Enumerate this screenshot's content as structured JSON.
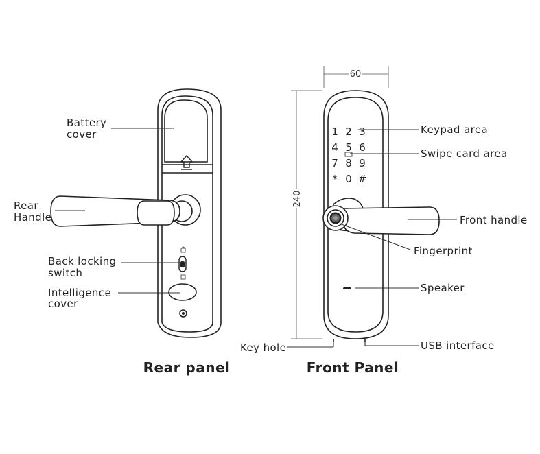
{
  "labels": {
    "battery_cover": [
      "Battery",
      "cover"
    ],
    "rear_handle": [
      "Rear",
      "Handle"
    ],
    "back_locking_switch": [
      "Back locking",
      "switch"
    ],
    "intelligence_cover": [
      "Intelligence",
      "cover"
    ],
    "keypad_area": "Keypad area",
    "swipe_card_area": "Swipe card area",
    "front_handle": "Front handle",
    "fingerprint": "Fingerprint",
    "speaker": "Speaker",
    "key_hole": "Key hole",
    "usb_interface": "USB interface"
  },
  "dimensions": {
    "width": "60",
    "height": "240"
  },
  "keypad": [
    "1",
    "2",
    "3",
    "4",
    "5",
    "6",
    "7",
    "8",
    "9",
    "*",
    "0",
    "#"
  ],
  "titles": {
    "rear": "Rear panel",
    "front": "Front Panel"
  }
}
